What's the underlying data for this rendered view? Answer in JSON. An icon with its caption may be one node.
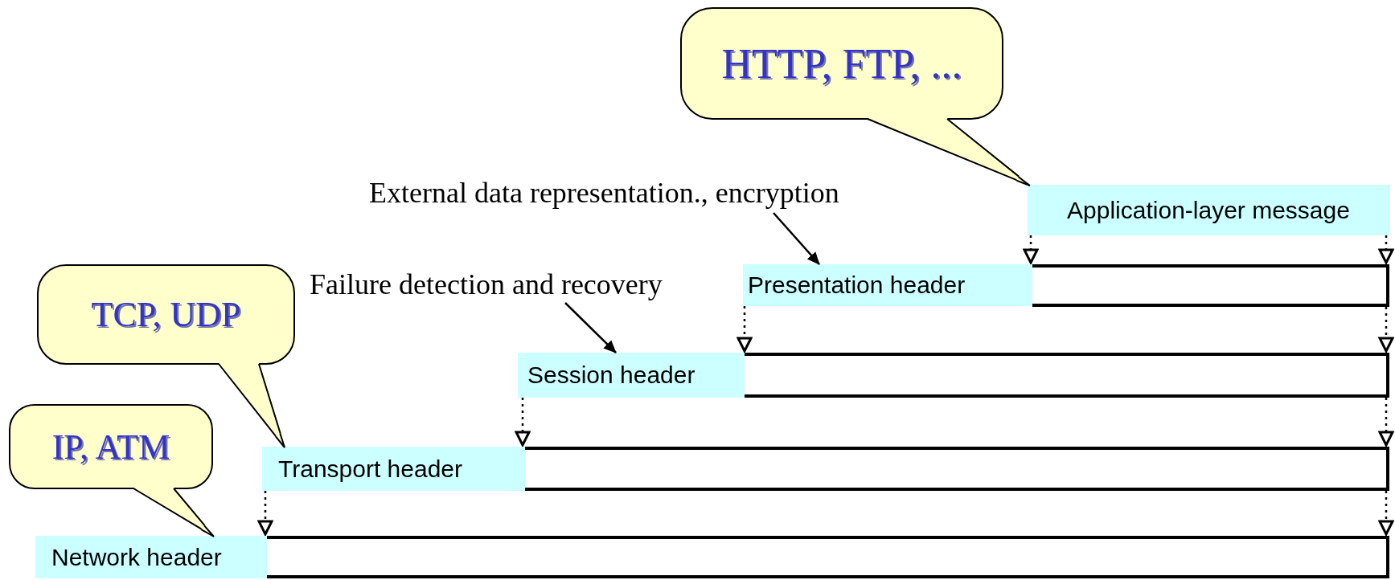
{
  "diagram": {
    "nodes": [
      {
        "text": [
          "HTTP, FTP, ..."
        ]
      },
      {
        "text": [
          "Application-layer message"
        ]
      },
      {
        "text": [
          "External data representation., encryption"
        ]
      },
      {
        "text": [
          "Presentation header"
        ]
      },
      {
        "text": [],
        "shape": "box"
      },
      {
        "text": [
          "Failure detection and recovery"
        ]
      },
      {
        "text": [
          "Session header"
        ]
      },
      {
        "text": [],
        "shape": "box"
      },
      {
        "text": [
          "TCP, UDP"
        ]
      },
      {
        "text": [
          "Transport header"
        ]
      },
      {
        "text": [],
        "shape": "box"
      },
      {
        "text": [
          "IP, ATM"
        ]
      },
      {
        "text": [
          "Network header"
        ]
      },
      {
        "text": [],
        "shape": "box"
      }
    ],
    "edges": [
      {
        "from": 0,
        "to": 1,
        "arrow": "to"
      },
      {
        "from": 1,
        "to": 4,
        "arrow": "to",
        "style": "dashed"
      },
      {
        "from": 1,
        "to": 4,
        "arrow": "to",
        "style": "dashed"
      },
      {
        "from": 2,
        "to": 3,
        "arrow": "to"
      },
      {
        "from": 3,
        "to": 7,
        "arrow": "to",
        "style": "dashed"
      },
      {
        "from": 4,
        "to": 7,
        "arrow": "to",
        "style": "dashed"
      },
      {
        "from": 5,
        "to": 6,
        "arrow": "to"
      },
      {
        "from": 8,
        "to": 9,
        "arrow": "to"
      },
      {
        "from": 6,
        "to": 10,
        "arrow": "to",
        "style": "dashed"
      },
      {
        "from": 7,
        "to": 10,
        "arrow": "to",
        "style": "dashed"
      },
      {
        "from": 11,
        "to": 12,
        "arrow": "to"
      },
      {
        "from": 9,
        "to": 13,
        "arrow": "to",
        "style": "dashed"
      },
      {
        "from": 10,
        "to": 13,
        "arrow": "to",
        "style": "dashed"
      }
    ]
  }
}
